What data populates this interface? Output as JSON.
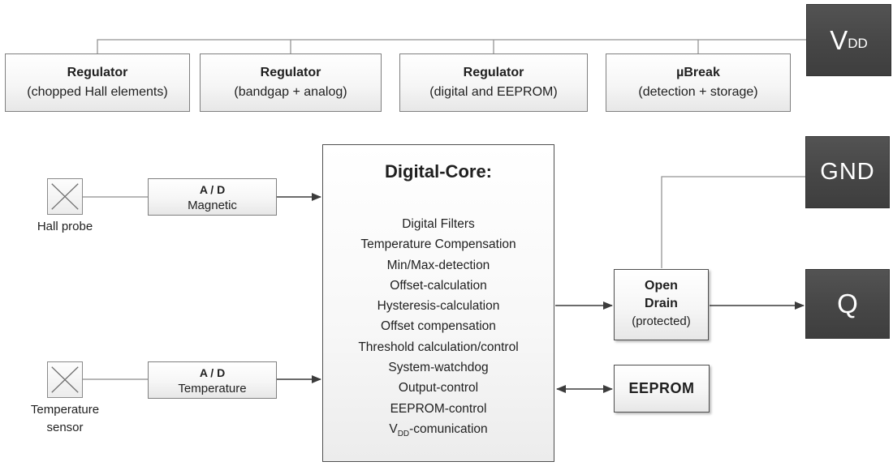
{
  "diagram": {
    "regulators": [
      {
        "title": "Regulator",
        "subtitle": "(chopped Hall elements)"
      },
      {
        "title": "Regulator",
        "subtitle": "(bandgap + analog)"
      },
      {
        "title": "Regulator",
        "subtitle": "(digital and EEPROM)"
      },
      {
        "title": "µBreak",
        "subtitle": "(detection + storage)"
      }
    ],
    "pins": {
      "vdd": {
        "main": "V",
        "sub": "DD"
      },
      "gnd": "GND",
      "q": "Q"
    },
    "inputs": {
      "hall": {
        "label": "Hall probe",
        "adc_title": "A / D",
        "adc_subtitle": "Magnetic"
      },
      "temperature": {
        "label_line1": "Temperature",
        "label_line2": "sensor",
        "adc_title": "A / D",
        "adc_subtitle": "Temperature"
      }
    },
    "core": {
      "title": "Digital-Core:",
      "functions": [
        "Digital Filters",
        "Temperature Compensation",
        "Min/Max-detection",
        "Offset-calculation",
        "Hysteresis-calculation",
        "Offset compensation",
        "Threshold calculation/control",
        "System-watchdog",
        "Output-control",
        "EEPROM-control"
      ],
      "vdd_function": {
        "pre": "V",
        "sub": "DD",
        "post": "-comunication"
      }
    },
    "outputs": {
      "open_drain": {
        "line1": "Open",
        "line2": "Drain",
        "line3": "(protected)"
      },
      "eeprom": "EEPROM"
    },
    "colors": {
      "dark_box_top": "#535353",
      "dark_box_bottom": "#3e3e3e",
      "light_box_border": "#7f7f7f",
      "dark_border": "#4f4f4f",
      "wire": "#959595",
      "arrow": "#3c3c3c",
      "text": "#1f1f1f"
    }
  }
}
